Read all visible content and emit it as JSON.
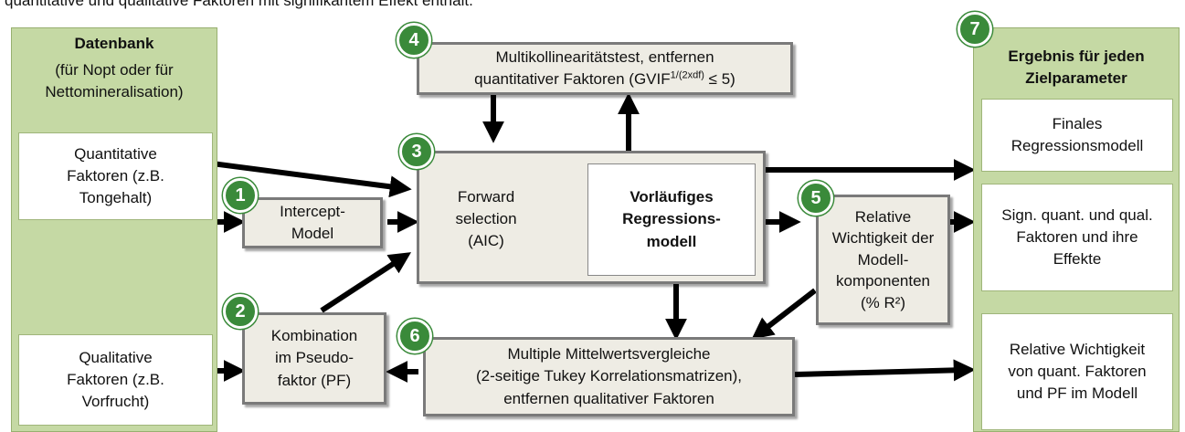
{
  "caption": "quantitative und qualitative Faktoren mit signifikantem Effekt enthält.",
  "datenbank": {
    "title": "Datenbank",
    "subtitle": "(für Nopt oder für Nettomineralisation)",
    "quant": "Quantitative Faktoren (z.B. Tongehalt)",
    "qual": "Qualitative Faktoren (z.B. Vorfrucht)"
  },
  "steps": {
    "s1": {
      "num": "1",
      "text": "Intercept-Model"
    },
    "s2": {
      "num": "2",
      "text": "Kombination im Pseudo-faktor (PF)"
    },
    "s3": {
      "num": "3",
      "text": "Forward selection (AIC)"
    },
    "s4": {
      "num": "4",
      "text_a": "Multikollinearitätstest, entfernen",
      "text_b": "quantitativer Faktoren (GVIF",
      "sup": "1/(2xdf)",
      "text_c": " ≤ 5)"
    },
    "s5": {
      "num": "5",
      "text": "Relative Wichtigkeit der Modell-komponenten (% R²)"
    },
    "s6": {
      "num": "6",
      "text_a": "Multiple Mittelwertsvergleiche",
      "text_b": "(2-seitige Tukey Korrelationsmatrizen),",
      "text_c": "entfernen qualitativer Faktoren"
    },
    "s7": {
      "num": "7"
    }
  },
  "center": {
    "text": "Vorläufiges Regressions-modell"
  },
  "ergebnis": {
    "title": "Ergebnis für jeden Zielparameter",
    "r1": "Finales Regressionsmodell",
    "r2": "Sign. quant. und qual. Faktoren und ihre Effekte",
    "r3": "Relative Wichtigkeit von quant. Faktoren und PF im Modell"
  },
  "colors": {
    "green": "#c5d9a4",
    "grey_box": "#eeece4",
    "badge": "#3a8a3a",
    "arrow": "#000000"
  }
}
